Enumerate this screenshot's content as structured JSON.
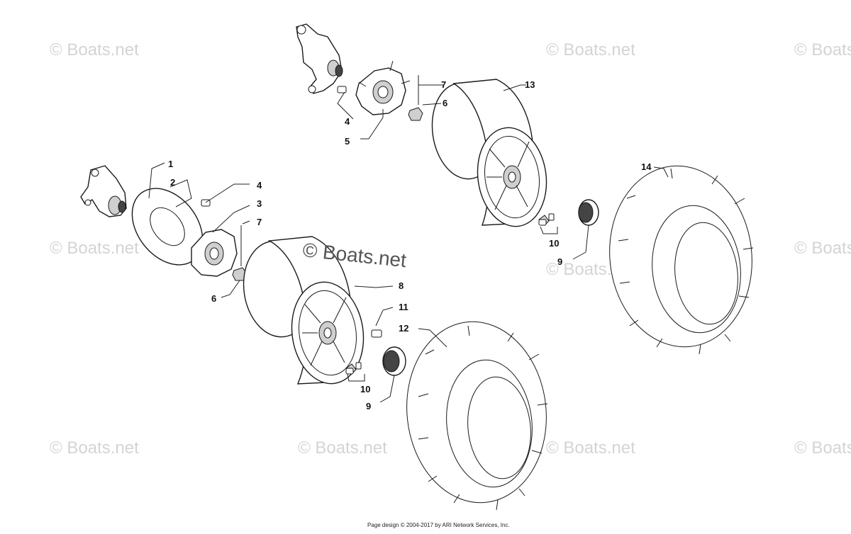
{
  "watermark": {
    "text": "© Boats.net",
    "center_text": "© Boats.net"
  },
  "footer": {
    "text": "Page design © 2004-2017 by ARI Network Services, Inc."
  },
  "callouts": {
    "c1": "1",
    "c2": "2",
    "c3": "3",
    "c4a": "4",
    "c4b": "4",
    "c5": "5",
    "c6a": "6",
    "c6b": "6",
    "c7a": "7",
    "c7b": "7",
    "c8": "8",
    "c9a": "9",
    "c9b": "9",
    "c10a": "10",
    "c10b": "10",
    "c11": "11",
    "c12": "12",
    "c13": "13",
    "c14": "14"
  }
}
